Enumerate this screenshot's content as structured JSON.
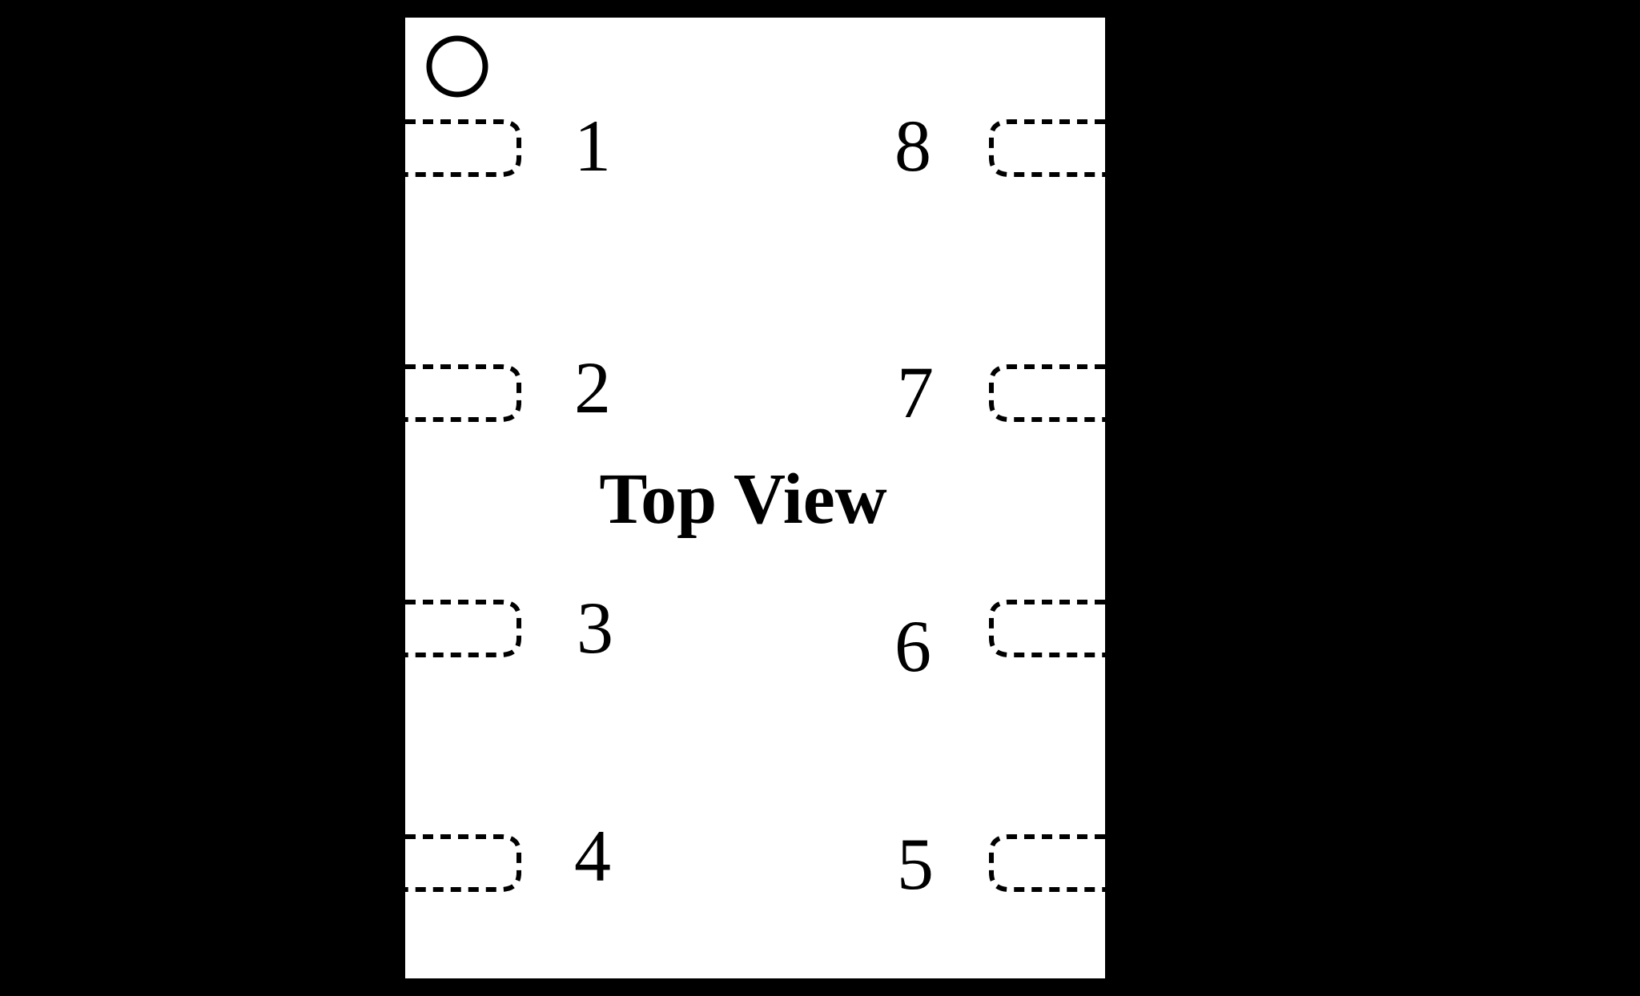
{
  "diagram": {
    "label": "Top View",
    "colors": {
      "background": "#000000",
      "package_body": "#ffffff",
      "ink": "#000000"
    },
    "pin1_marker": "circle",
    "pad_style": "dashed",
    "pins": [
      {
        "number": "1",
        "side": "left"
      },
      {
        "number": "2",
        "side": "left"
      },
      {
        "number": "3",
        "side": "left"
      },
      {
        "number": "4",
        "side": "left"
      },
      {
        "number": "5",
        "side": "right"
      },
      {
        "number": "6",
        "side": "right"
      },
      {
        "number": "7",
        "side": "right"
      },
      {
        "number": "8",
        "side": "right"
      }
    ]
  }
}
